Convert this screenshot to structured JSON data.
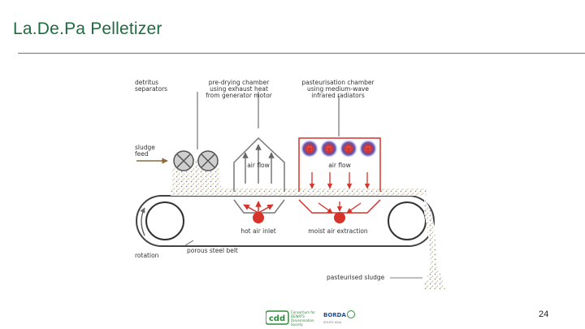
{
  "slide": {
    "title": "La.De.Pa Pelletizer",
    "page_number": "24"
  },
  "diagram": {
    "labels": {
      "detritus": [
        "detritus",
        "separators"
      ],
      "predrying": [
        "pre-drying chamber",
        "using exhaust heat",
        "from generator motor"
      ],
      "pasteurisation": [
        "pasteurisation chamber",
        "using medium-wave",
        "infrared radiators"
      ],
      "sludge_feed": [
        "sludge",
        "feed"
      ],
      "air_flow_left": "air flow",
      "air_flow_right": "air flow",
      "hot_air_inlet": "hot air inlet",
      "moist_air_extraction": "moist air extraction",
      "rotation": "rotation",
      "porous_steel_belt": "porous steel belt",
      "pasteurised_sludge": "pasteurised sludge"
    },
    "colors": {
      "accent_red": "#d6332b",
      "line_gray": "#555555",
      "sludge": "#c8b597",
      "radiator_glow": "#5a56b8"
    }
  },
  "footer": {
    "logo_cdd": {
      "mark": "cdd",
      "lines": [
        "Consortium for",
        "DEWATS",
        "Dissemination",
        "Society"
      ]
    },
    "logo_borda": {
      "mark": "BORDA",
      "sub": "SOUTH ASIA"
    }
  }
}
